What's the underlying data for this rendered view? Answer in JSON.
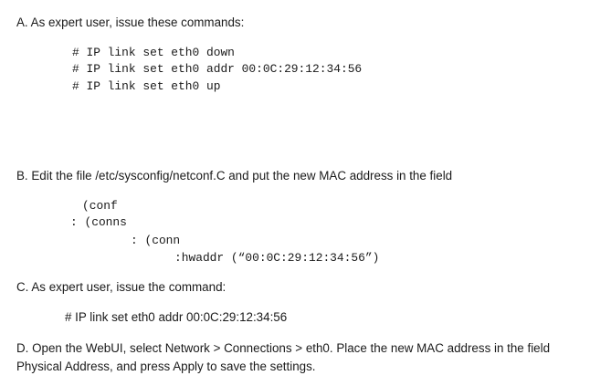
{
  "section_a": {
    "heading": "A. As expert user, issue these commands:",
    "commands": [
      "# IP link set eth0 down",
      "# IP link set eth0 addr 00:0C:29:12:34:56",
      "# IP link set eth0 up"
    ]
  },
  "section_b": {
    "heading": "B. Edit the file /etc/sysconfig/netconf.C and put the new MAC address in the field",
    "code": [
      "(conf",
      ": (conns",
      ": (conn",
      ":hwaddr (“00:0C:29:12:34:56”)"
    ]
  },
  "section_c": {
    "heading": "C. As expert user, issue the command:",
    "command": "# IP link set eth0 addr 00:0C:29:12:34:56"
  },
  "section_d": {
    "line1": "D. Open the WebUI, select Network > Connections > eth0. Place the new MAC address in the field",
    "line2": "Physical Address, and press Apply to save the settings."
  }
}
